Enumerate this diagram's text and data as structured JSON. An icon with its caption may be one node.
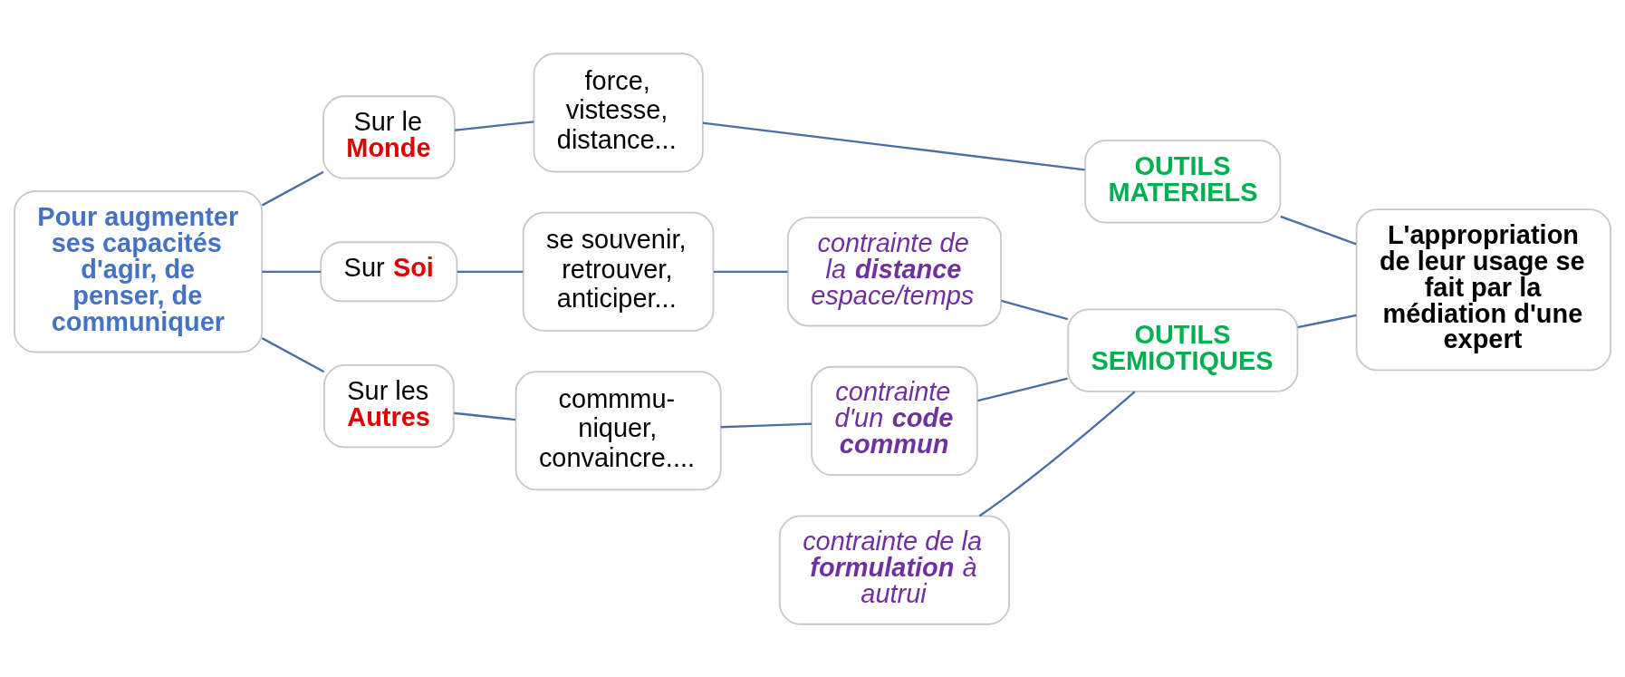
{
  "diagram": {
    "nodes": [
      {
        "text": [
          "Pour augmenter ses capacités d'agir, de penser, de communiquer"
        ]
      },
      {
        "text": [
          "Sur le **Monde**"
        ]
      },
      {
        "text": [
          "force, vistesse, distance..."
        ]
      },
      {
        "text": [
          "OUTILS MATERIELS"
        ]
      },
      {
        "text": [
          "L'appropriation de leur usage se fait par la médiation d'une expert"
        ]
      },
      {
        "text": [
          "Sur **Soi**"
        ]
      },
      {
        "text": [
          "se souvenir, retrouver, anticiper..."
        ]
      },
      {
        "text": [
          "contrainte de la **distance** espace/temps"
        ]
      },
      {
        "text": [
          "OUTILS SEMIOTIQUES"
        ]
      },
      {
        "text": [
          "Sur les **Autres**"
        ]
      },
      {
        "text": [
          "commmu- niquer, convaincre...."
        ]
      },
      {
        "text": [
          "contrainte de la **formulation** à autrui"
        ]
      },
      {
        "text": [
          "contrainte d'un **code commun**"
        ]
      }
    ],
    "edges": [
      {
        "from": 0,
        "to": 1,
        "arrow": "none"
      },
      {
        "from": 0,
        "to": 5,
        "arrow": "none"
      },
      {
        "from": 0,
        "to": 9,
        "arrow": "none"
      },
      {
        "from": 1,
        "to": 2,
        "arrow": "none"
      },
      {
        "from": 2,
        "to": 3,
        "arrow": "none"
      },
      {
        "from": 3,
        "to": 4,
        "arrow": "none"
      },
      {
        "from": 5,
        "to": 6,
        "arrow": "none"
      },
      {
        "from": 6,
        "to": 7,
        "arrow": "none"
      },
      {
        "from": 7,
        "to": 8,
        "arrow": "none"
      },
      {
        "from": 8,
        "to": 4,
        "arrow": "none"
      },
      {
        "from": 9,
        "to": 10,
        "arrow": "none"
      },
      {
        "from": 10,
        "to": 12,
        "arrow": "none"
      },
      {
        "from": 11,
        "to": 8,
        "arrow": "none"
      },
      {
        "from": 12,
        "to": 8,
        "arrow": "none"
      }
    ]
  }
}
